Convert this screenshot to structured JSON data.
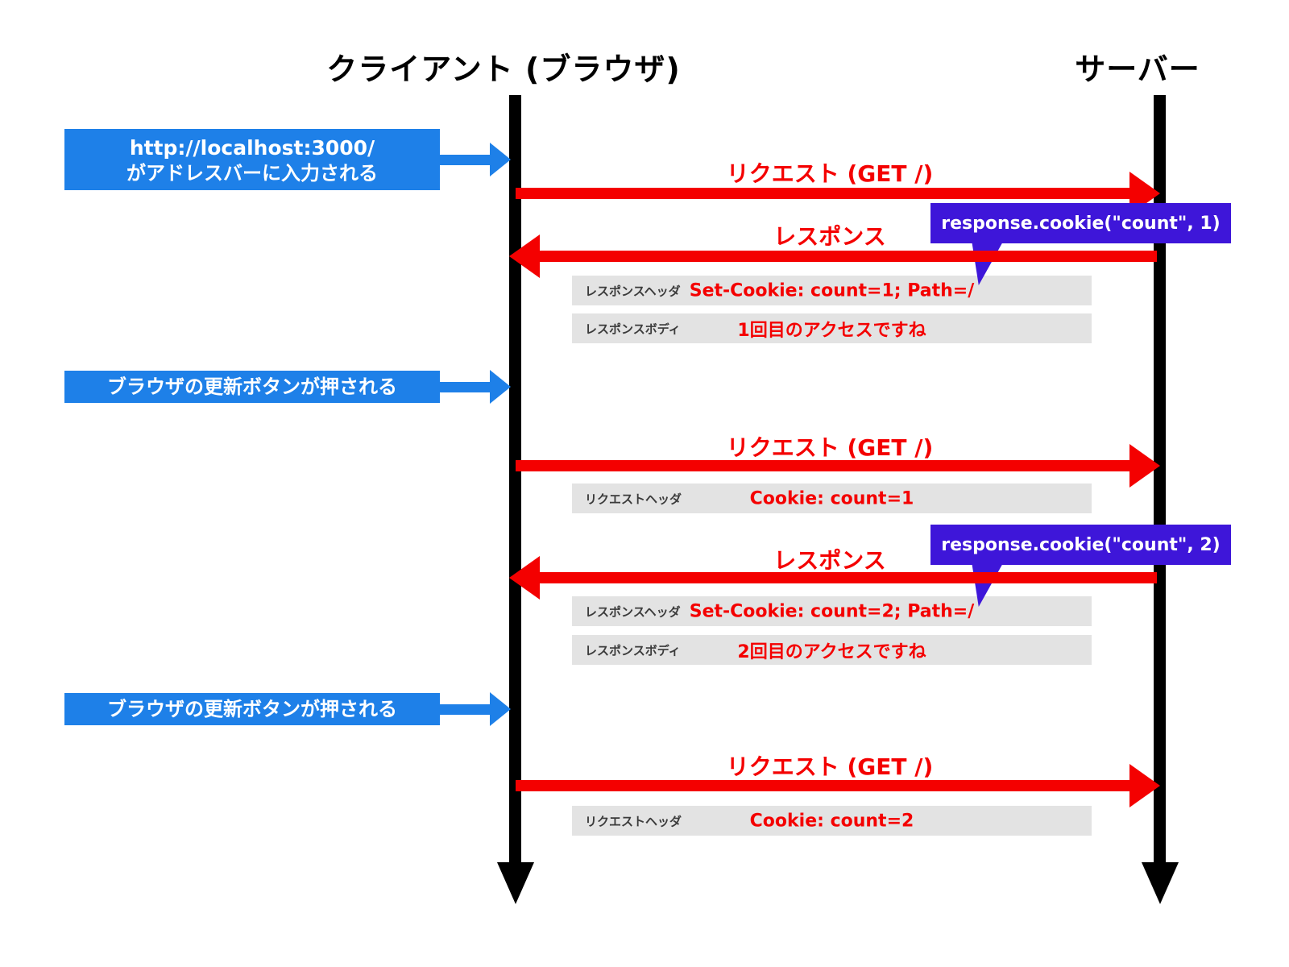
{
  "colors": {
    "blue": "#1e80e8",
    "red": "#f40000",
    "purple": "#3e16d9",
    "gray_fill": "#e3e3e3",
    "row_label": "#3b3b3b",
    "black": "#000000"
  },
  "actors": {
    "client": "クライアント (ブラウザ)",
    "server": "サーバー"
  },
  "client_events": {
    "e1_line1": "http://localhost:3000/",
    "e1_line2": "がアドレスバーに入力される",
    "e2": "ブラウザの更新ボタンが押される",
    "e3": "ブラウザの更新ボタンが押される"
  },
  "messages": {
    "request1": "リクエスト (GET /)",
    "response1": "レスポンス",
    "request2": "リクエスト (GET /)",
    "response2": "レスポンス",
    "request3": "リクエスト (GET /)"
  },
  "callouts": {
    "c1": "response.cookie(\"count\", 1)",
    "c2": "response.cookie(\"count\", 2)"
  },
  "rows": {
    "r1": {
      "label": "レスポンスヘッダ",
      "value": "Set-Cookie: count=1; Path=/"
    },
    "r2": {
      "label": "レスポンスボディ",
      "value": "1回目のアクセスですね"
    },
    "r3": {
      "label": "リクエストヘッダ",
      "value": "Cookie: count=1"
    },
    "r4": {
      "label": "レスポンスヘッダ",
      "value": "Set-Cookie: count=2; Path=/"
    },
    "r5": {
      "label": "レスポンスボディ",
      "value": "2回目のアクセスですね"
    },
    "r6": {
      "label": "リクエストヘッダ",
      "value": "Cookie: count=2"
    }
  }
}
